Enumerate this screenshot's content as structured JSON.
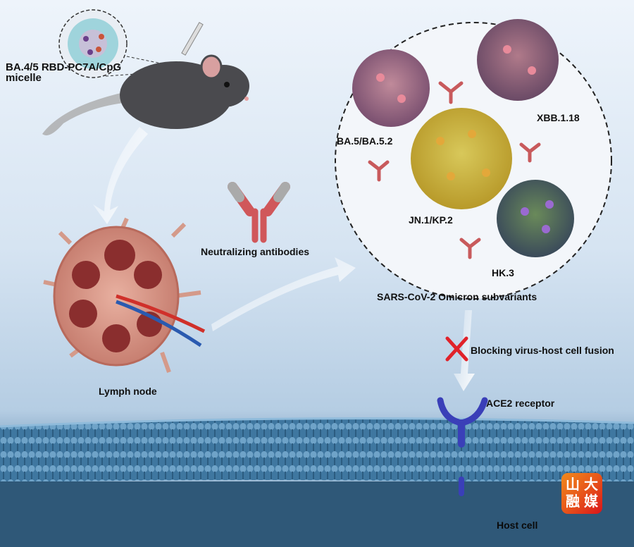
{
  "labels": {
    "vaccine": "BA.4/5 RBD-PC7A/CpG",
    "vaccine_line2": "micelle",
    "antibodies": "Neutralizing antibodies",
    "lymph_node": "Lymph node",
    "variant_ba5": "BA.5/BA.5.2",
    "variant_xbb": "XBB.1.18",
    "variant_jn1": "JN.1/KP.2",
    "variant_hk3": "HK.3",
    "omicron": "SARS-CoV-2 Omicron subvariants",
    "blocking": "Blocking virus-host cell fusion",
    "ace2": "ACE2 receptor",
    "host_cell": "Host cell"
  },
  "logo": [
    "山",
    "大",
    "融",
    "媒"
  ],
  "colors": {
    "membrane": "#4f86ad",
    "cell_interior": "#2f5878",
    "antibody": "#d0575a",
    "block_x": "#e0222a",
    "ace2": "#3a3fb8"
  }
}
